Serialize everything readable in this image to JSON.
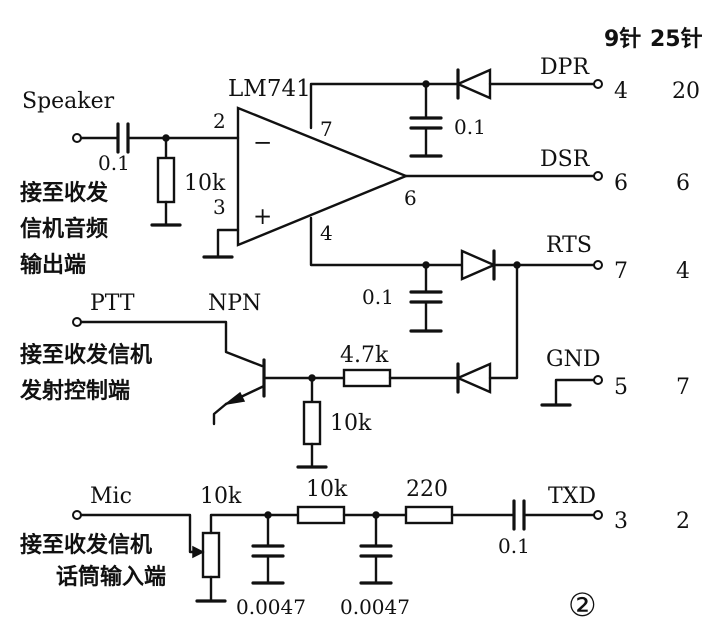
{
  "header": {
    "pins9": "9针",
    "pins25": "25针"
  },
  "opamp": {
    "name": "LM741",
    "pin2": "2",
    "pin3": "3",
    "pin4": "4",
    "pin6": "6",
    "pin7": "7",
    "minus": "−",
    "plus": "+"
  },
  "speaker": {
    "label": "Speaker",
    "cap": "0.1",
    "res": "10k",
    "note": [
      "接至收发",
      "信机音频",
      "输出端"
    ]
  },
  "ptt": {
    "label": "PTT",
    "transistor": "NPN",
    "note": [
      "接至收发信机",
      "发射控制端"
    ],
    "res_base": "4.7k",
    "res_pull": "10k"
  },
  "mic": {
    "label": "Mic",
    "pot": "10k",
    "res1": "10k",
    "res2": "220",
    "cap1": "0.0047",
    "cap2": "0.0047",
    "cap_out": "0.1",
    "note": [
      "接至收发信机",
      "话筒输入端"
    ]
  },
  "supply_caps": {
    "top": "0.1",
    "bottom": "0.1"
  },
  "signals": [
    {
      "name": "DPR",
      "pin9": "4",
      "pin25": "20"
    },
    {
      "name": "DSR",
      "pin9": "6",
      "pin25": "6"
    },
    {
      "name": "RTS",
      "pin9": "7",
      "pin25": "4"
    },
    {
      "name": "GND",
      "pin9": "5",
      "pin25": "7"
    },
    {
      "name": "TXD",
      "pin9": "3",
      "pin25": "2"
    }
  ],
  "figure_mark": "②"
}
